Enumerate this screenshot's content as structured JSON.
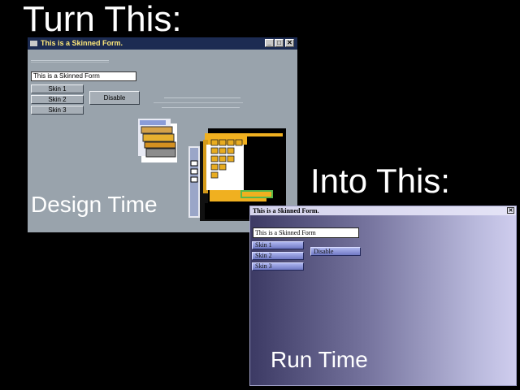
{
  "headings": {
    "turn": "Turn This:",
    "into": "Into This:"
  },
  "design_window": {
    "title": "This is a Skinned Form.",
    "textbox_value": "This is a Skinned Form",
    "skin_buttons": [
      "Skin 1",
      "Skin 2",
      "Skin 3"
    ],
    "disable_label": "Disable",
    "caption": "Design Time",
    "window_buttons": {
      "minimize": "_",
      "maximize": "□",
      "close": "✕"
    }
  },
  "run_window": {
    "title": "This is a Skinned Form.",
    "textbox_value": "This is a Skinned Form",
    "skin_buttons": [
      "Skin 1",
      "Skin 2",
      "Skin 3"
    ],
    "disable_label": "Disable",
    "caption": "Run Time",
    "close_glyph": "✕"
  },
  "colors": {
    "background": "#000000",
    "design_face": "#99a3ac",
    "design_titlebar": "#1c2b52",
    "design_title_text": "#ffe97a",
    "skin_gold": "#f0b020",
    "run_gradient_start": "#3c3a64",
    "run_gradient_end": "#cfcdee",
    "run_button": "#8f97dc"
  },
  "icons": [
    "app-icon",
    "minimize-icon",
    "maximize-icon",
    "close-icon"
  ]
}
